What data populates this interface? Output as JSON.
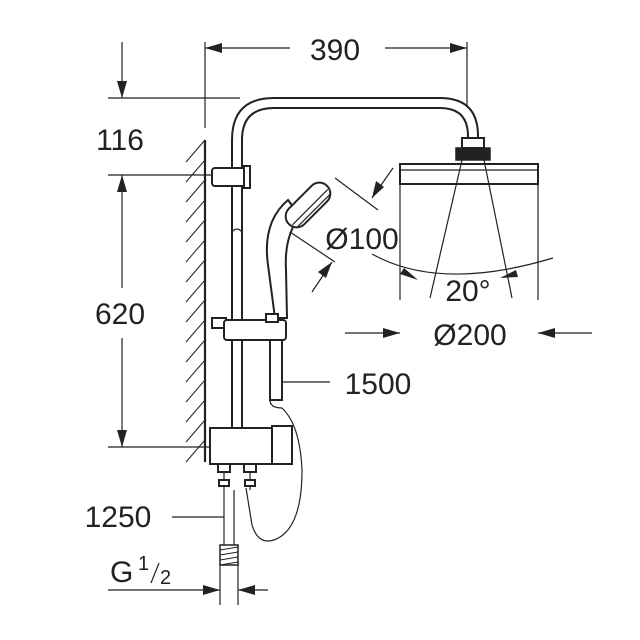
{
  "drawing": {
    "dimensions": {
      "width_top": "390",
      "arm_drop": "116",
      "rail_length": "620",
      "hand_shower_dia": "Ø100",
      "angle": "20°",
      "head_shower_dia": "Ø200",
      "hose_length": "1500",
      "inlet_hose": "1250",
      "thread_prefix": "G",
      "thread_num": "1",
      "thread_den": "2"
    },
    "line_color": "#222222",
    "background": "#ffffff"
  }
}
